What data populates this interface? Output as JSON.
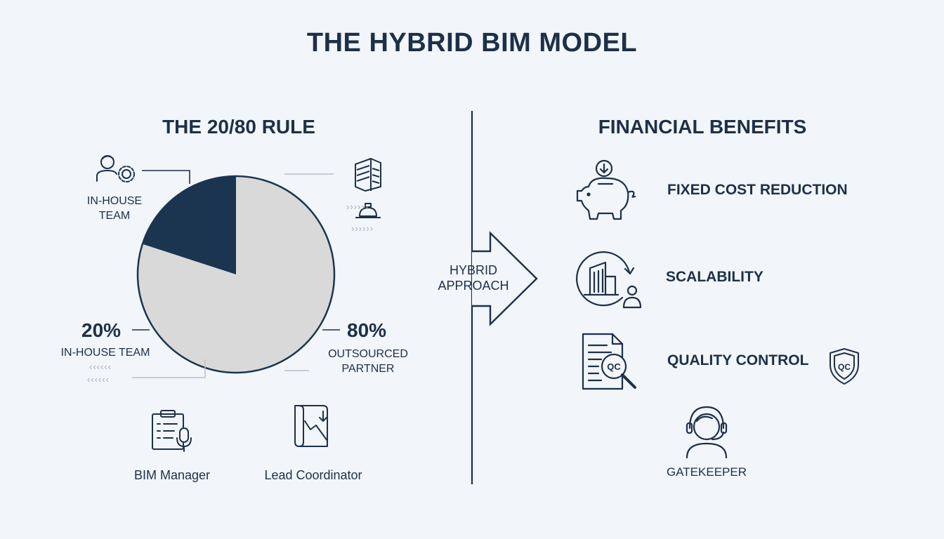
{
  "title": "THE HYBRID BIM MODEL",
  "left": {
    "heading": "THE 20/80 RULE",
    "inhouse_top_label": "IN-HOUSE\nTEAM",
    "inhouse_pct": "20%",
    "inhouse_label": "IN-HOUSE TEAM",
    "outsourced_pct": "80%",
    "outsourced_label": "OUTSOURCED\nPARTNER",
    "roles": [
      {
        "label": "BIM Manager",
        "icon": "clipboard-mic-icon"
      },
      {
        "label": "Lead Coordinator",
        "icon": "document-chart-icon"
      }
    ]
  },
  "center": {
    "arrow_label": "HYBRID\nAPPROACH"
  },
  "right": {
    "heading": "FINANCIAL BENEFITS",
    "benefits": [
      {
        "label": "FIXED COST REDUCTION",
        "icon": "piggy-bank-icon"
      },
      {
        "label": "SCALABILITY",
        "icon": "scalability-building-icon"
      },
      {
        "label": "QUALITY CONTROL",
        "icon": "qc-magnifier-icon"
      }
    ],
    "gatekeeper_label": "GATEKEEPER"
  },
  "chart_data": {
    "type": "pie",
    "title": "THE 20/80 RULE",
    "categories": [
      "IN-HOUSE TEAM",
      "OUTSOURCED PARTNER"
    ],
    "values": [
      20,
      80
    ],
    "colors": [
      "#1b3550",
      "#d9d9d9"
    ]
  },
  "colors": {
    "navy": "#1b3550",
    "pie_light": "#d9d9d9",
    "background": "#f2f5f9",
    "connector": "#b9c0c9"
  }
}
